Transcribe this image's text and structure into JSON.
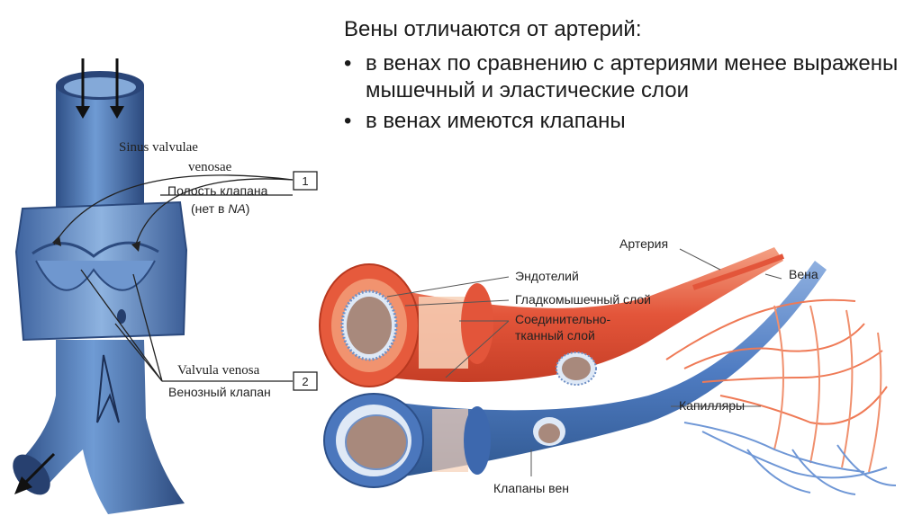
{
  "text": {
    "heading": "Вены отличаются от артерий:",
    "bullets": [
      "в венах по сравнению с артериями менее выражены мышечный и эластические слои",
      "в венах имеются клапаны"
    ]
  },
  "left_figure": {
    "sinus_latin_1": "Sinus valvulae",
    "sinus_latin_2": "venosae",
    "sinus_ru": "Полость клапана",
    "sinus_note_prefix": "(нет в ",
    "sinus_note_na": "NA",
    "sinus_note_suffix": ")",
    "box1": "1",
    "valvula_latin": "Valvula venosa",
    "valvula_ru": "Венозный клапан",
    "box2": "2"
  },
  "right_figure": {
    "artery": "Артерия",
    "vein": "Вена",
    "endothelium": "Эндотелий",
    "smooth_muscle": "Гладкомышечный слой",
    "connective_1": "Соединительно-",
    "connective_2": "тканный слой",
    "capillaries": "Капилляры",
    "valves": "Клапаны вен"
  },
  "colors": {
    "vein_blue": "#5b86c4",
    "vein_dark": "#2f4f84",
    "artery_red": "#e2553a",
    "artery_light": "#f29a7c",
    "lumen": "#a8897c"
  }
}
